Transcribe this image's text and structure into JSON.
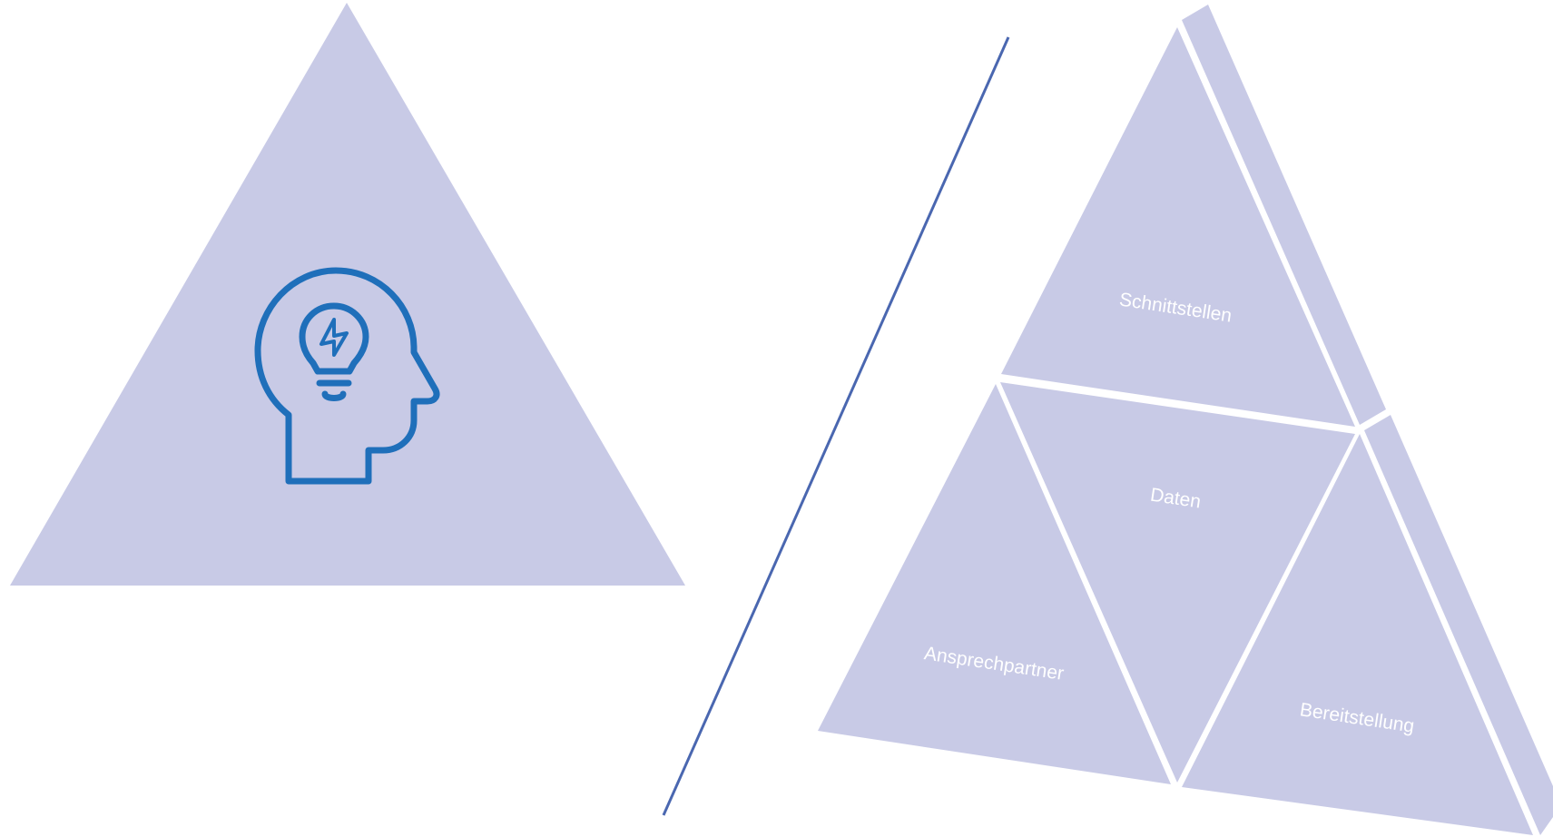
{
  "diagram": {
    "icon": "head-lightbulb-idea-icon",
    "segments": {
      "top": "Schnittstellen",
      "center": "Daten",
      "bottom_left": "Ansprechpartner",
      "bottom_right": "Bereitstellung"
    }
  },
  "colors": {
    "triangle_fill": "#c8cae6",
    "divider": "#4a67b0",
    "icon_stroke": "#1f6fba",
    "label_text": "#ffffff",
    "gaps": "#ffffff"
  }
}
